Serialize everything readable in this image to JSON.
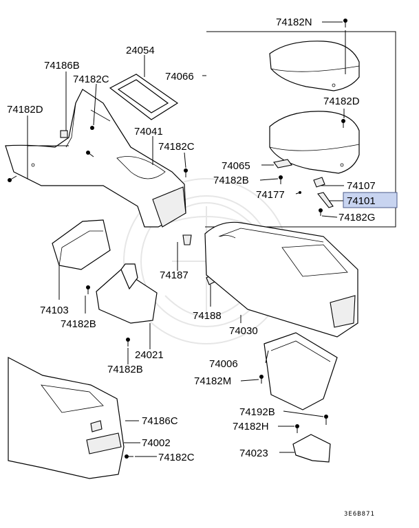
{
  "labels": {
    "l74182N": "74182N",
    "l74066": "74066",
    "l24054": "24054",
    "l74186B": "74186B",
    "l74182C_top": "74182C",
    "l74182D_left": "74182D",
    "l74041": "74041",
    "l74182C_mid": "74182C",
    "l74182D_right": "74182D",
    "l74065": "74065",
    "l74182B_top": "74182B",
    "l74107": "74107",
    "l74177": "74177",
    "l74101": "74101",
    "l74182G": "74182G",
    "l74187": "74187",
    "l74103": "74103",
    "l74182B_mid": "74182B",
    "l74188": "74188",
    "l74030": "74030",
    "l24021": "24021",
    "l74182B_low": "74182B",
    "l74006": "74006",
    "l74182M": "74182M",
    "l74192B": "74192B",
    "l74186C": "74186C",
    "l74182H": "74182H",
    "l74002": "74002",
    "l74023": "74023",
    "l74182C_low": "74182C"
  },
  "highlight": {
    "part": "74101",
    "color": "#c8d4f0"
  },
  "diagram_code": "3E6B871"
}
